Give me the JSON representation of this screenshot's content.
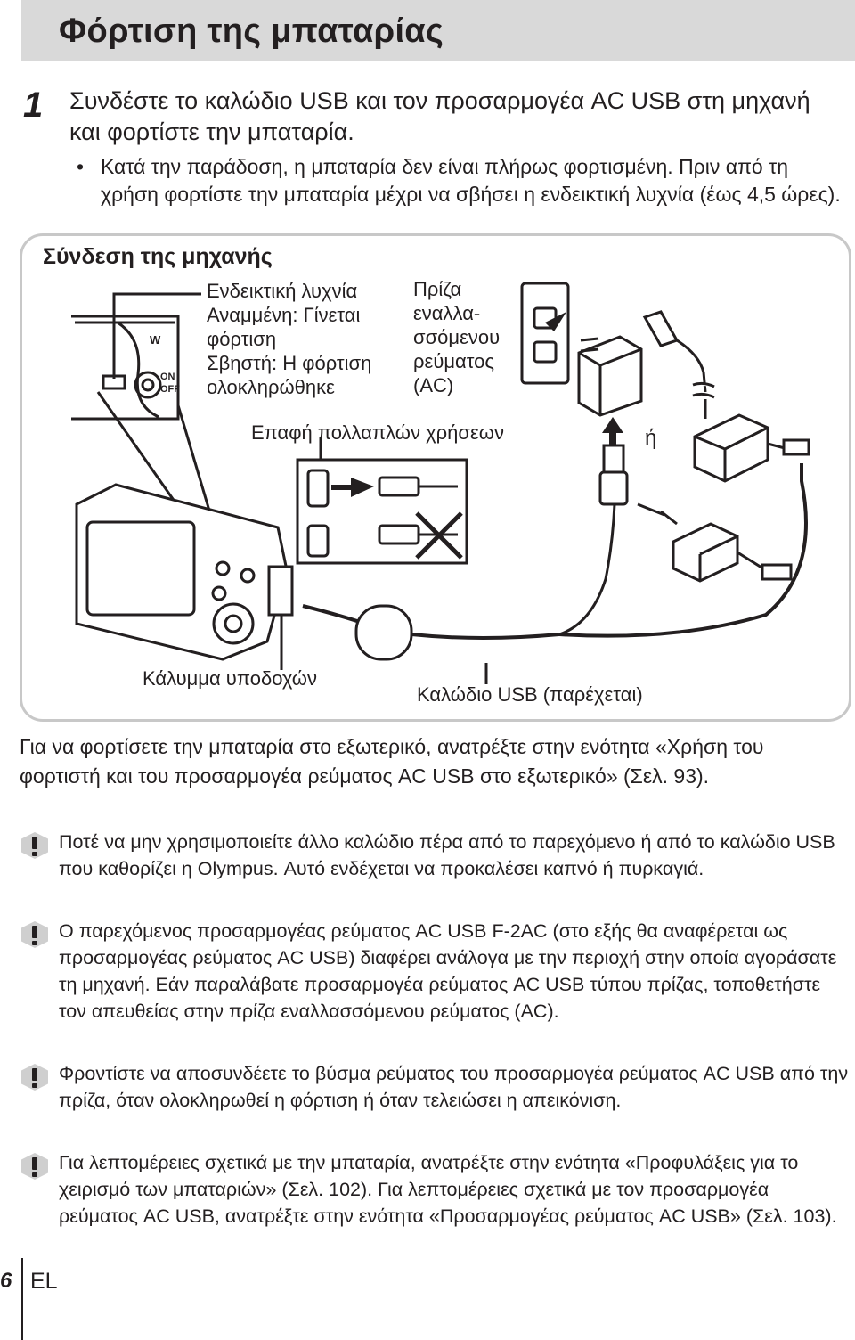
{
  "header": {
    "title": "Φόρτιση της μπαταρίας"
  },
  "step": {
    "number": "1",
    "text": "Συνδέστε το καλώδιο USB και τον προσαρμογέα AC USB στη μηχανή και φορτίστε την μπαταρία.",
    "bullet_symbol": "•",
    "bullet": "Κατά την παράδοση, η μπαταρία δεν είναι πλήρως φορτισμένη. Πριν από τη χρήση φορτίστε την μπαταρία μέχρι να σβήσει η ενδεικτική λυχνία (έως 4,5 ώρες)."
  },
  "diagram": {
    "title": "Σύνδεση της μηχανής",
    "indicator_label": [
      "Ενδεικτική λυχνία",
      "Αναμμένη: Γίνεται",
      "φόρτιση",
      "Σβηστή: Η φόρτιση",
      "ολοκληρώθηκε"
    ],
    "outlet_label": [
      "Πρίζα",
      "εναλλα-",
      "σσόμενου",
      "ρεύματος",
      "(AC)"
    ],
    "multi_connector": "Επαφή πολλαπλών χρήσεων",
    "or_label": "ή",
    "terminal_cover": "Κάλυμμα υποδοχών",
    "usb_cable": "Καλώδιο USB (παρέχεται)",
    "camera_text": {
      "wb": "W",
      "on": "ON",
      "off": "OFF"
    }
  },
  "paragraph": "Για να φορτίσετε την μπαταρία στο εξωτερικό, ανατρέξτε στην ενότητα «Χρήση του φορτιστή και του προσαρμογέα ρεύματος AC USB στο εξωτερικό» (Σελ. 93).",
  "notes": [
    {
      "icon": "caution-icon",
      "text": "Ποτέ να μην χρησιμοποιείτε άλλο καλώδιο πέρα από το παρεχόμενο ή από το καλώδιο USB που καθορίζει η Olympus. Αυτό ενδέχεται να προκαλέσει καπνό ή πυρκαγιά."
    },
    {
      "icon": "caution-icon",
      "text": "Ο παρεχόμενος προσαρμογέας ρεύματος AC USB F-2AC (στο εξής θα αναφέρεται ως προσαρμογέας ρεύματος AC USB) διαφέρει ανάλογα με την περιοχή στην οποία αγοράσατε τη μηχανή. Εάν παραλάβατε προσαρμογέα ρεύματος AC USB τύπου πρίζας, τοποθετήστε τον απευθείας στην πρίζα εναλλασσόμενου ρεύματος (AC)."
    },
    {
      "icon": "caution-icon",
      "text": "Φροντίστε να αποσυνδέετε το βύσμα ρεύματος του προσαρμογέα ρεύματος AC USB από την πρίζα, όταν ολοκληρωθεί η φόρτιση ή όταν τελειώσει η απεικόνιση."
    },
    {
      "icon": "caution-icon",
      "text": "Για λεπτομέρειες σχετικά με την μπαταρία, ανατρέξτε στην ενότητα «Προφυλάξεις για το χειρισμό των μπαταριών» (Σελ. 102). Για λεπτομέρειες σχετικά με τον προσαρμογέα ρεύματος AC USB, ανατρέξτε στην ενότητα «Προσαρμογέας ρεύματος AC USB» (Σελ. 103)."
    }
  ],
  "footer": {
    "page": "6",
    "lang": "EL"
  },
  "colors": {
    "header_bg": "#d9d9d9",
    "panel_border": "#c8c8c8",
    "text": "#231f20"
  }
}
